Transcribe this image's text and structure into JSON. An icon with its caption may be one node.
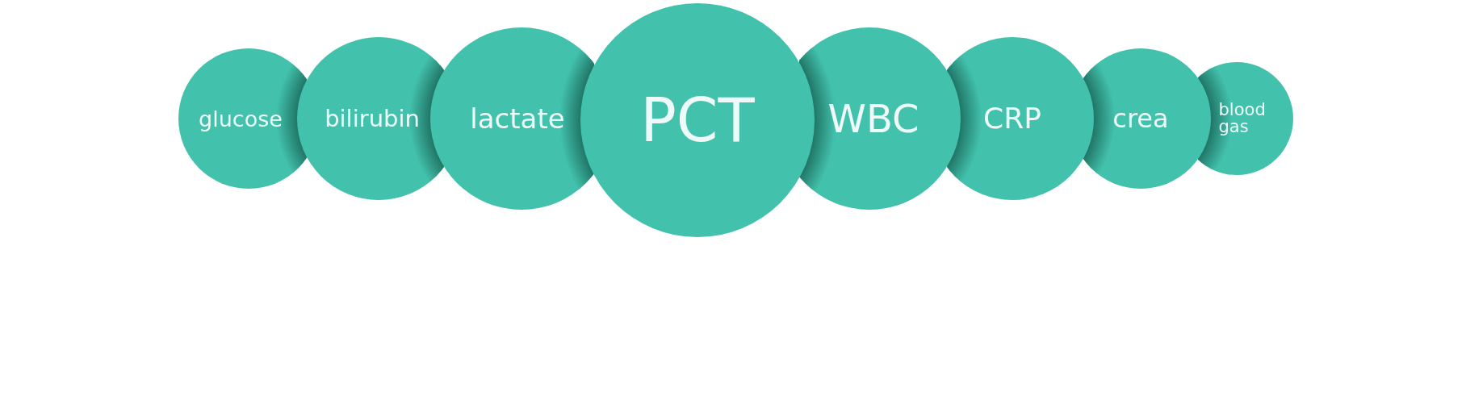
{
  "diagram": {
    "nodes": [
      {
        "text": [
          "glucose"
        ]
      },
      {
        "text": [
          "bilirubin"
        ]
      },
      {
        "text": [
          "lactate"
        ]
      },
      {
        "text": [
          "PCT"
        ]
      },
      {
        "text": [
          "WBC"
        ]
      },
      {
        "text": [
          "CRP"
        ]
      },
      {
        "text": [
          "crea"
        ]
      },
      {
        "text": [
          "blood gas"
        ]
      }
    ]
  }
}
